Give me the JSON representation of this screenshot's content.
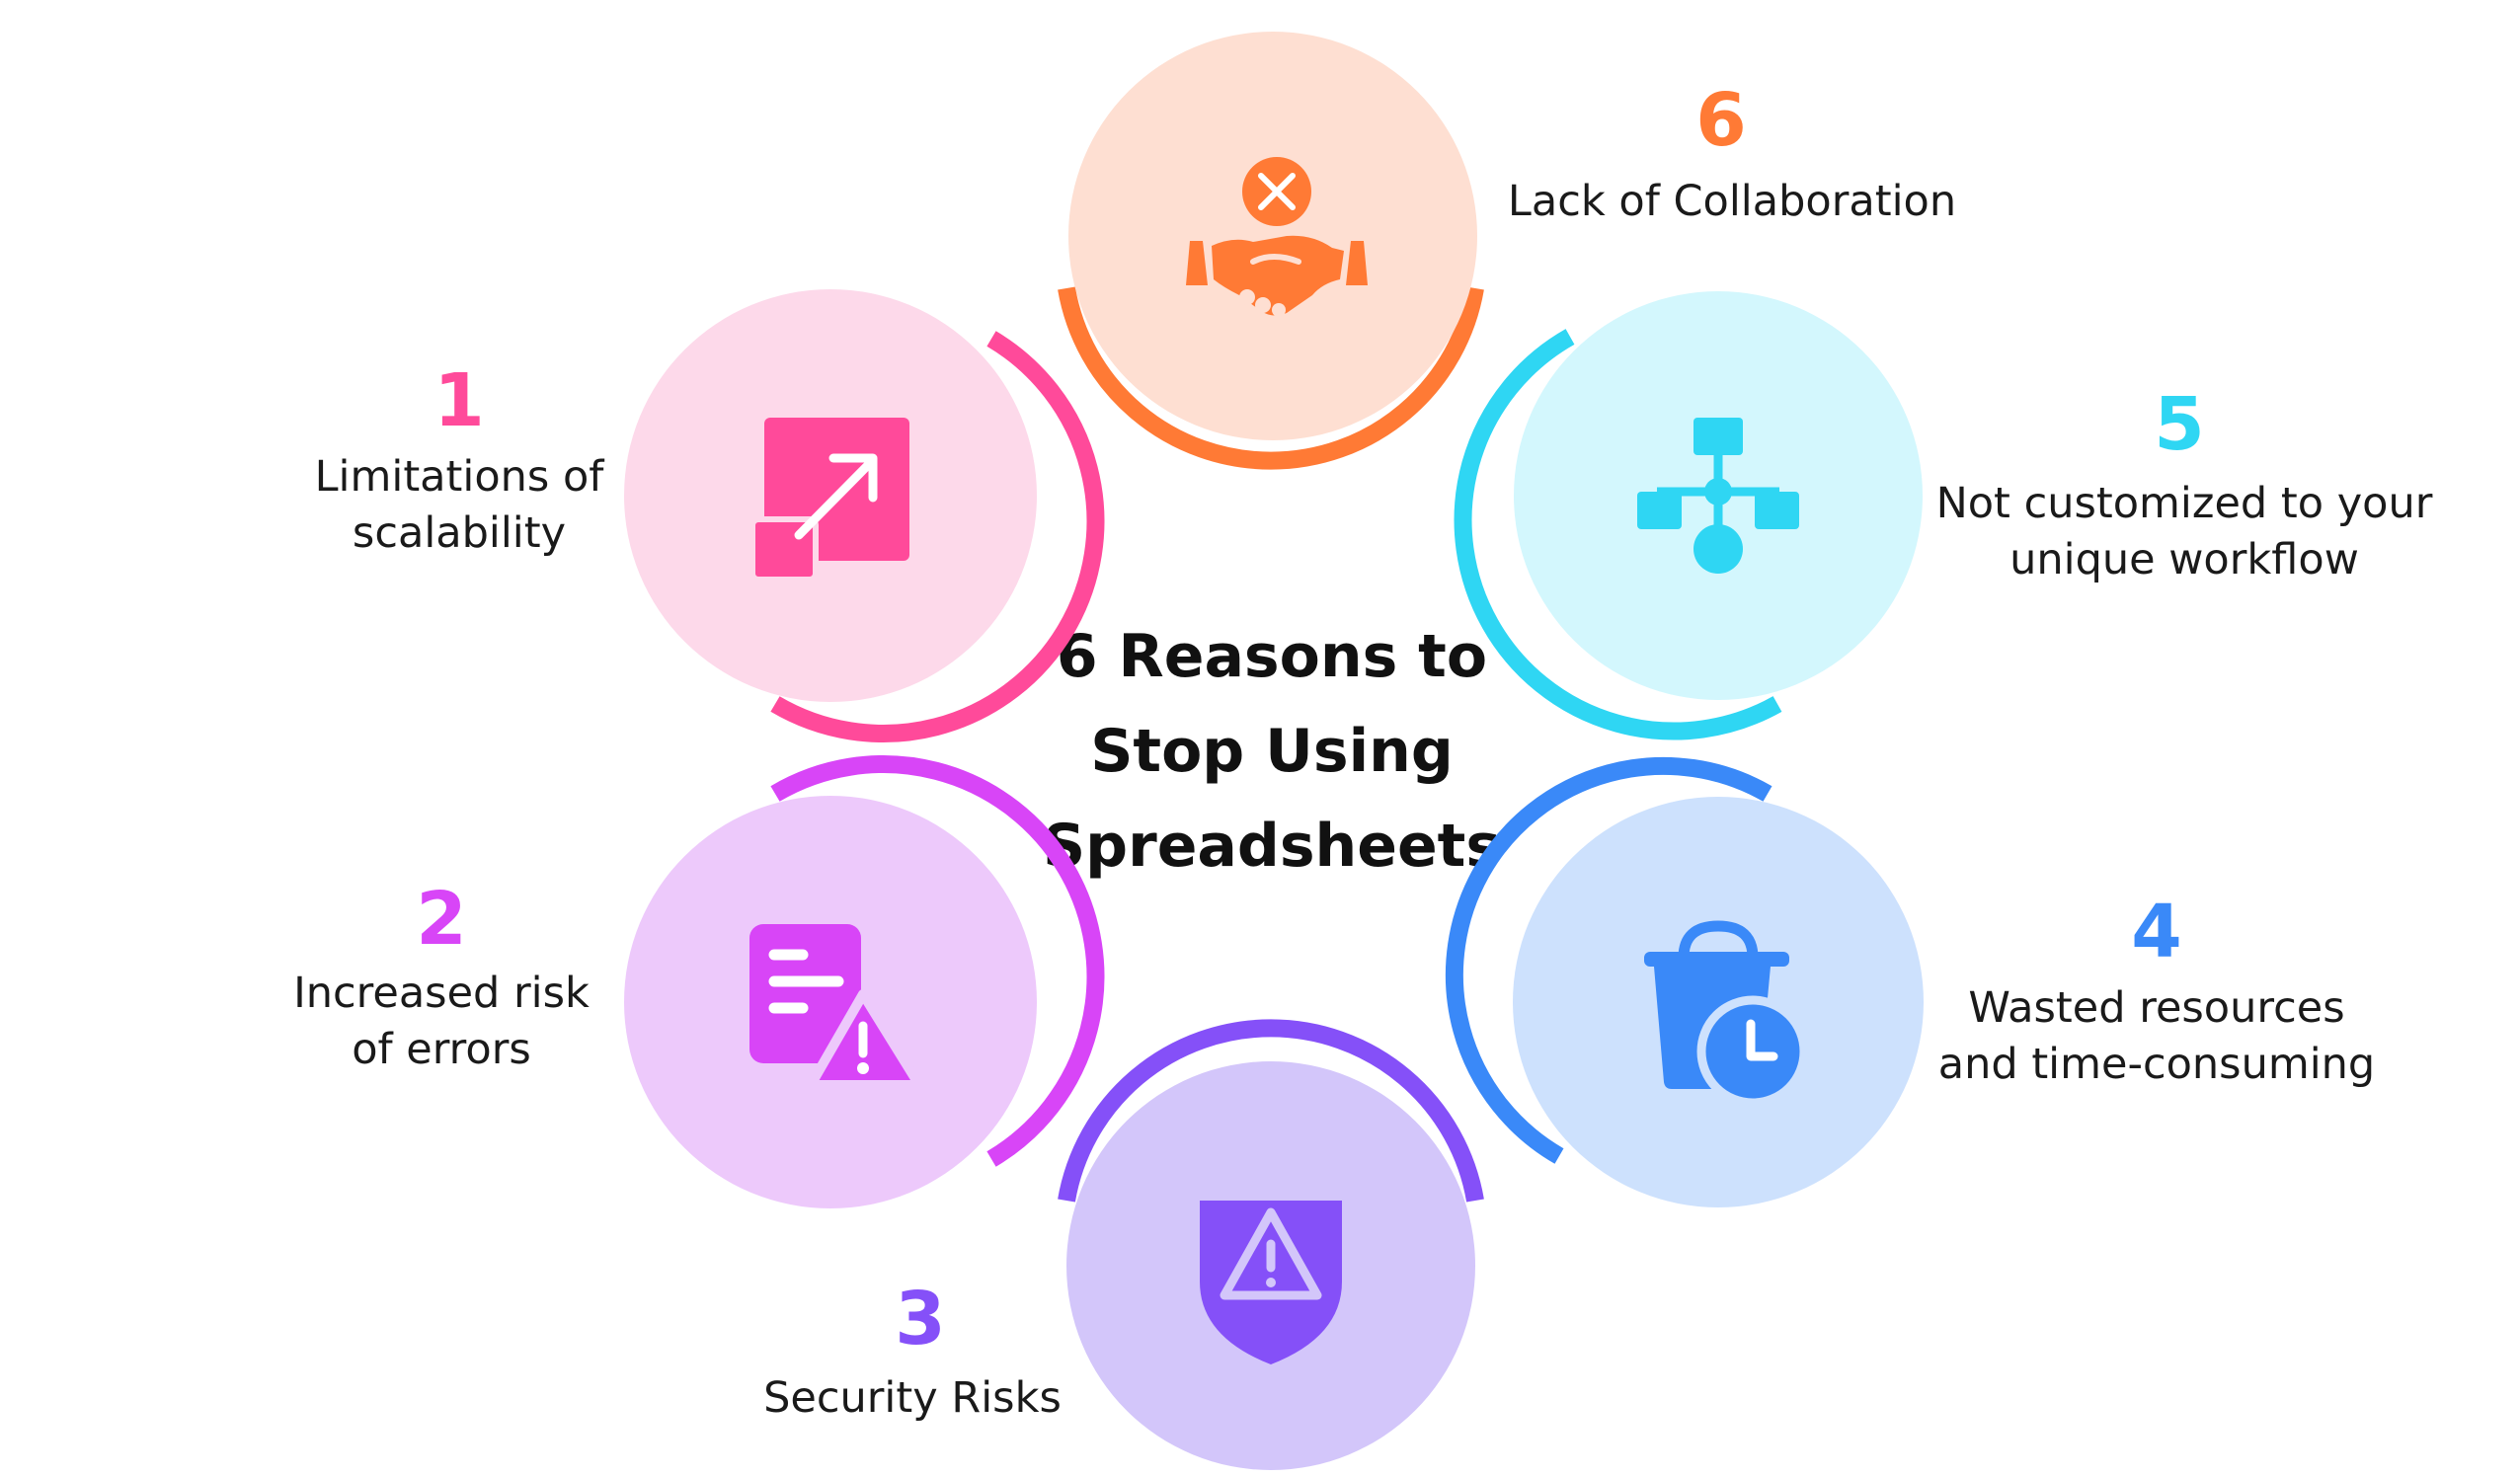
{
  "title": {
    "lines": [
      "6 Reasons to",
      "Stop Using",
      "Spreadsheets"
    ]
  },
  "reasons": [
    {
      "number": "1",
      "lines": [
        "Limitations of",
        "scalability"
      ],
      "icon": "scale-up-arrow-icon",
      "accent": "#FF4A9A",
      "fill": "#FDD9EA"
    },
    {
      "number": "2",
      "lines": [
        "Increased risk",
        "of errors"
      ],
      "icon": "document-warning-icon",
      "accent": "#D845F7",
      "fill": "#EDC9FB"
    },
    {
      "number": "3",
      "lines": [
        "Security Risks"
      ],
      "icon": "shield-warning-icon",
      "accent": "#8550F8",
      "fill": "#D3C6FA"
    },
    {
      "number": "4",
      "lines": [
        "Wasted resources",
        "and time-consuming"
      ],
      "icon": "bin-clock-icon",
      "accent": "#3A89F8",
      "fill": "#CDE1FD"
    },
    {
      "number": "5",
      "lines": [
        "Not customized to your",
        "unique workflow"
      ],
      "icon": "workflow-icon",
      "accent": "#2FD6F3",
      "fill": "#D3F7FD"
    },
    {
      "number": "6",
      "lines": [
        "Lack of Collaboration"
      ],
      "icon": "handshake-cross-icon",
      "accent": "#FF7A35",
      "fill": "#FEDFD2"
    }
  ]
}
